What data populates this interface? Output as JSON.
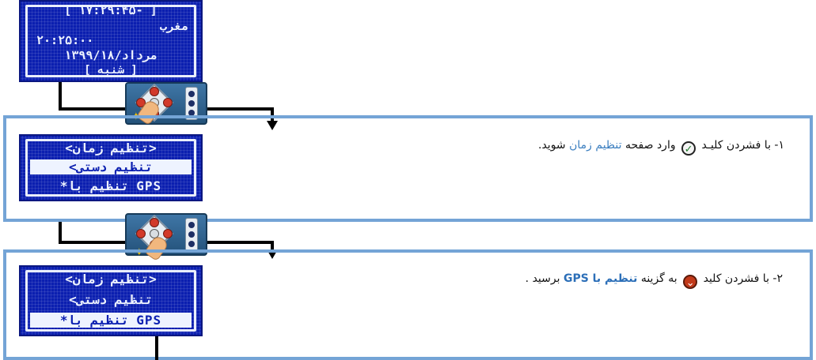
{
  "screen_time": {
    "line1": "[ ۱۷:۲۹:۴۵- ]",
    "line2": "مغرب",
    "line3": "۲۰:۲۵:۰۰",
    "line4": "۱۳۹۹/مرداد/۱۸",
    "line5": "[ شنبه ]"
  },
  "screen_menu_1": {
    "title": "<تنظیم زمان>",
    "item1": "<تنظیم دستی",
    "item2": "*تنظیم با",
    "item2_gps": "GPS"
  },
  "screen_menu_2": {
    "title": "<تنظیم زمان>",
    "item1": "<تنظیم دستی",
    "item2": "*تنظیم با",
    "item2_gps": "GPS"
  },
  "step1": {
    "prefix": "۱- با فشردن کلیـد",
    "key_icon": "check-key-icon",
    "middle": "وارد صفحه",
    "highlight": "تنظیم زمان",
    "suffix": "شوید."
  },
  "step2": {
    "prefix": "۲- با فشردن کلید",
    "key_icon": "down-key-icon",
    "middle": "به گزینه",
    "highlight": "تنظیم با GPS",
    "suffix": "برسید ."
  },
  "colors": {
    "lcd_blue": "#0b1fb0",
    "box_border": "#74a4d6",
    "highlight_text": "#3c7fc0"
  }
}
